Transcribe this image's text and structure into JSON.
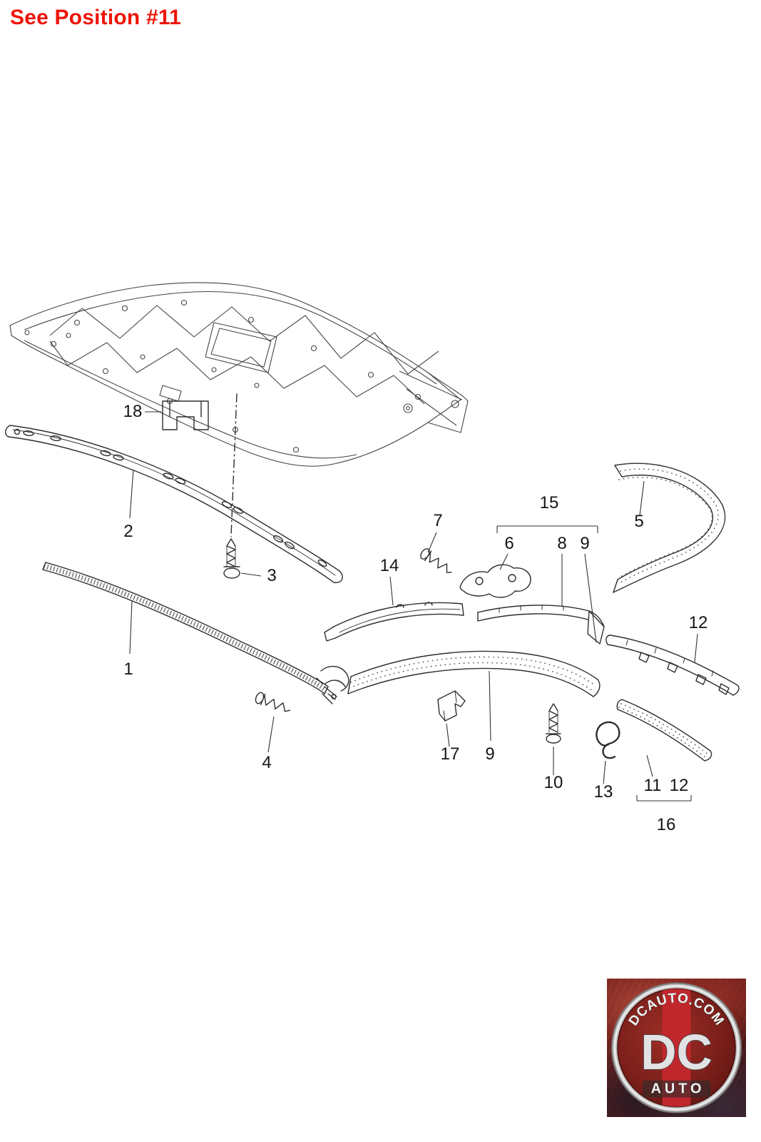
{
  "page": {
    "note": "See Position #11"
  },
  "diagram": {
    "callouts": {
      "c1": "1",
      "c2": "2",
      "c3": "3",
      "c4": "4",
      "c5": "5",
      "c6": "6",
      "c7": "7",
      "c8": "8",
      "c9": "9",
      "c9b": "9",
      "c10": "10",
      "c11": "11",
      "c12": "12",
      "c12b": "12",
      "c13": "13",
      "c14": "14",
      "c15": "15",
      "c16": "16",
      "c17": "17",
      "c18": "18"
    }
  },
  "logo": {
    "site": "DCAUTO.COM",
    "monogram": "DC",
    "word": "AUTO"
  }
}
